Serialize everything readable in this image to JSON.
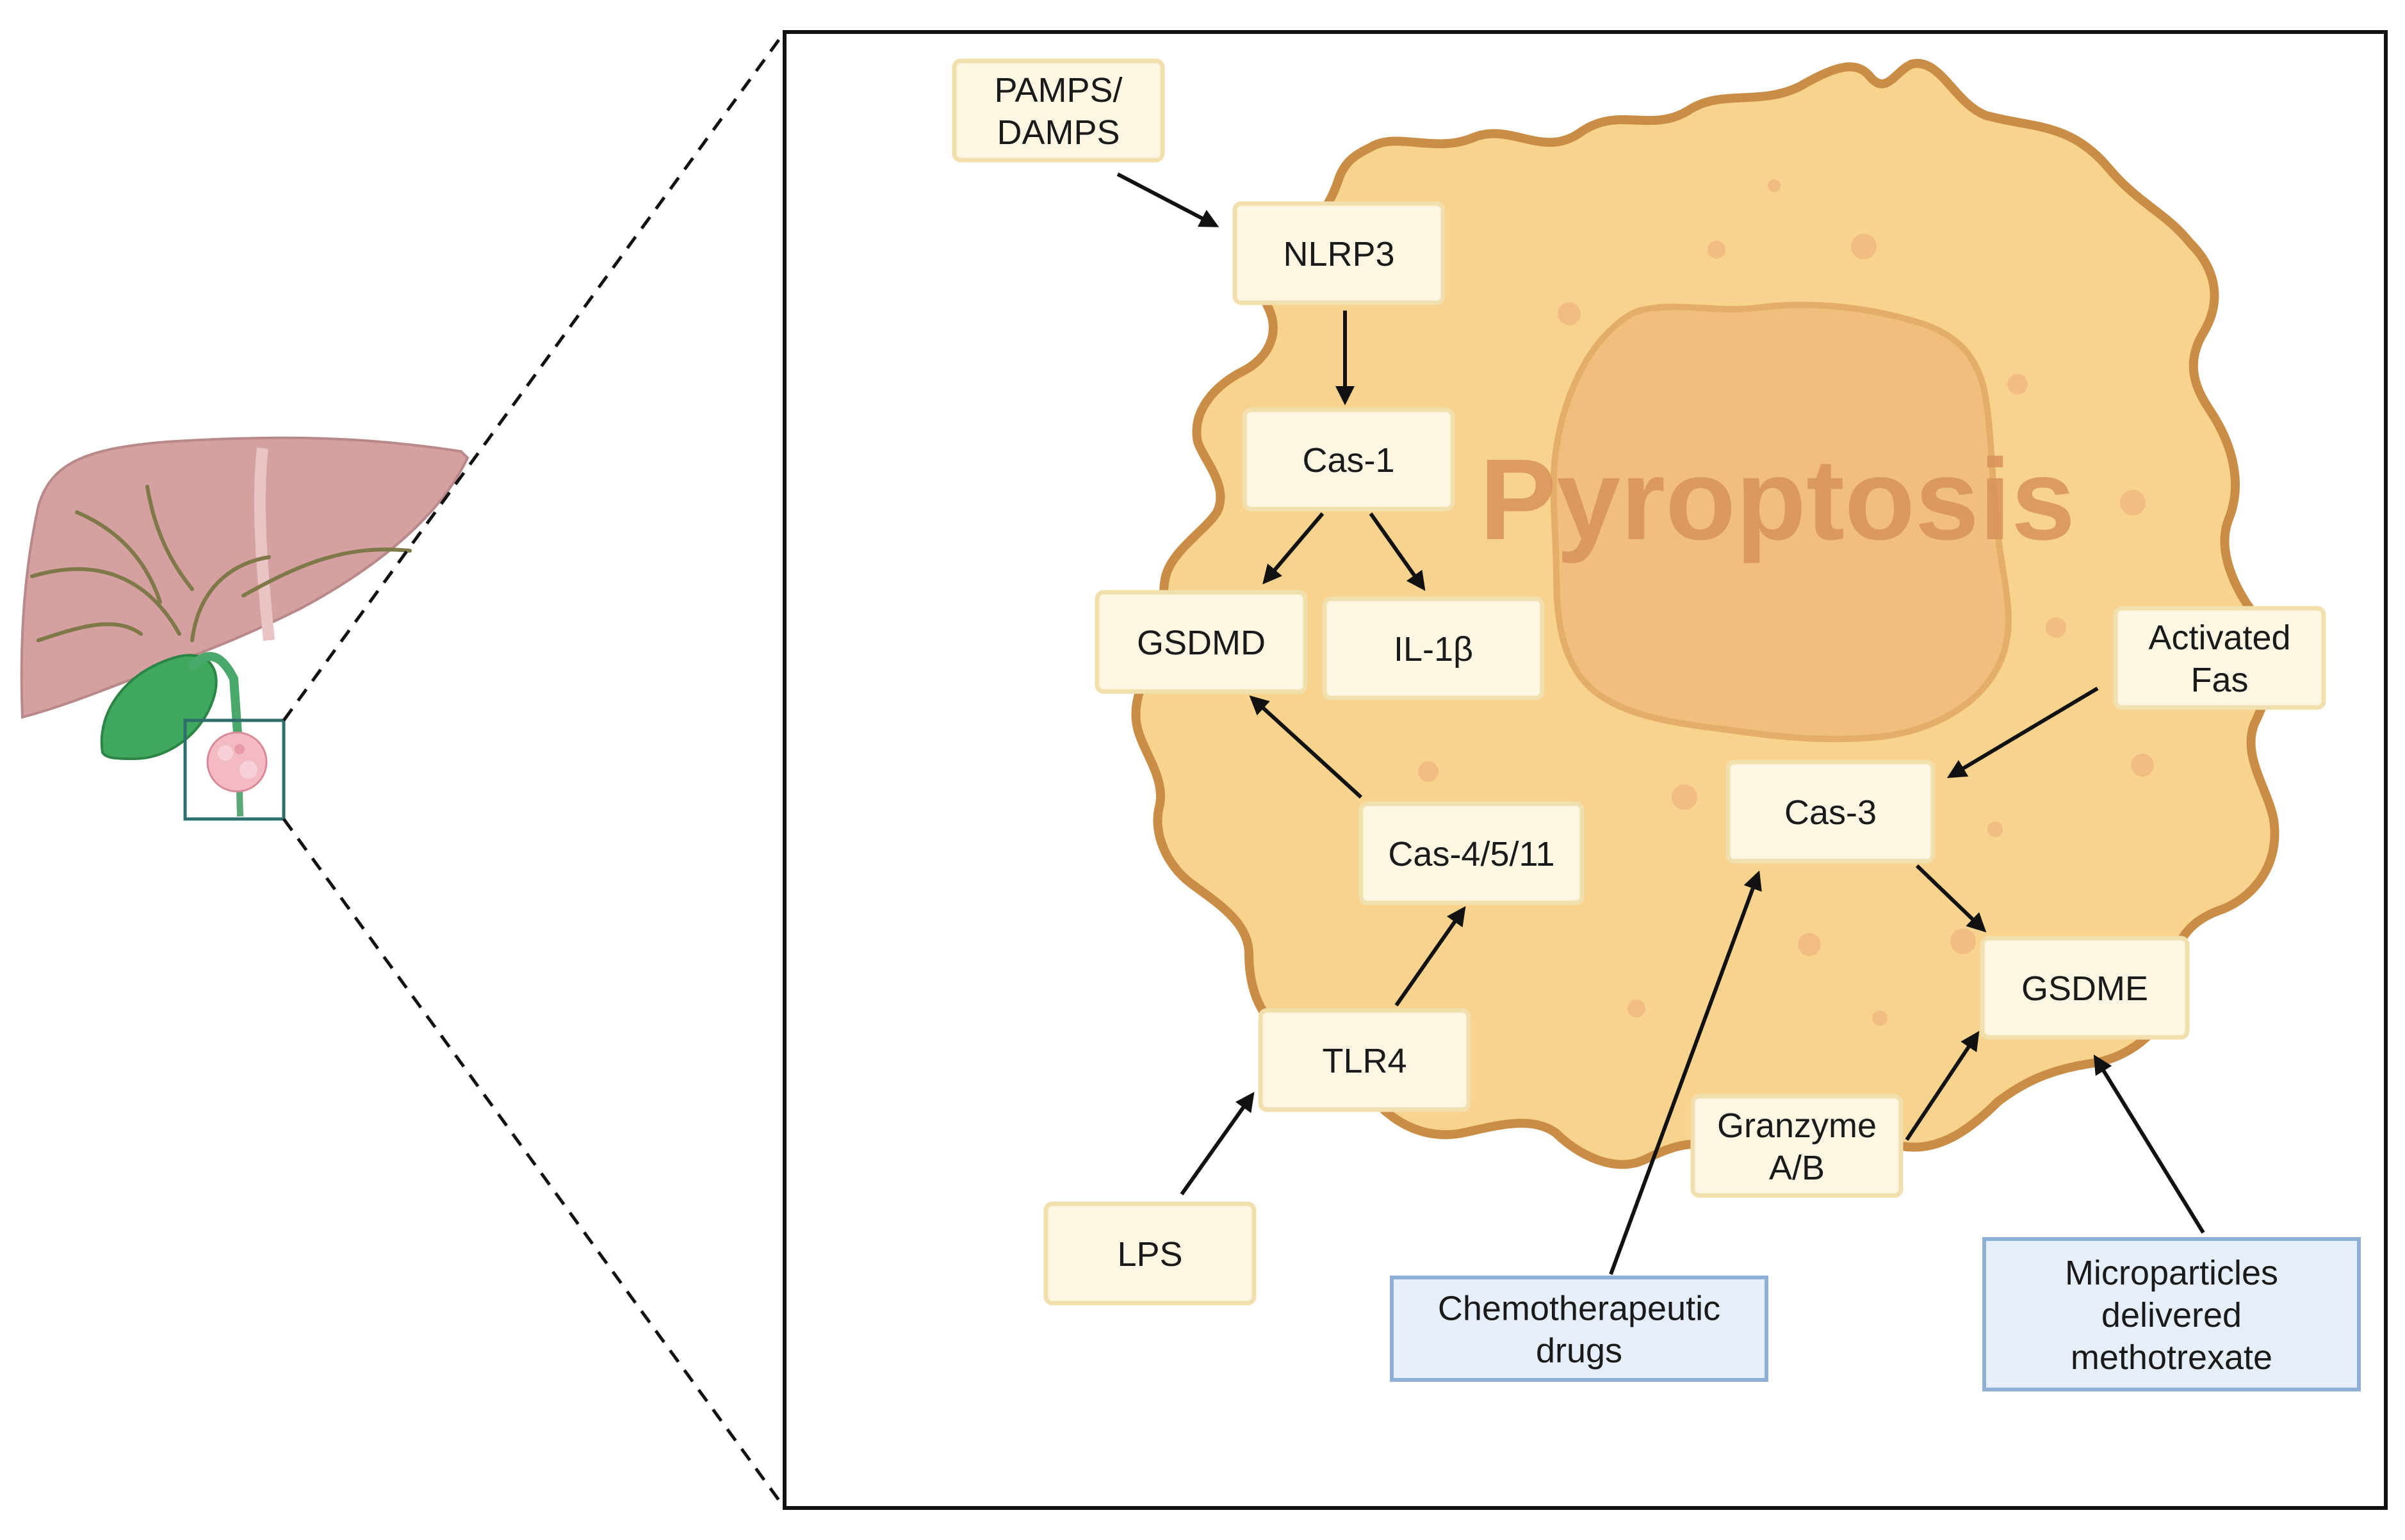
{
  "title_watermark": "Pyroptosis",
  "nodes": {
    "pamps": {
      "lines": [
        "PAMPS/",
        "DAMPS"
      ]
    },
    "nlrp3": {
      "lines": [
        "NLRP3"
      ]
    },
    "cas1": {
      "lines": [
        "Cas-1"
      ]
    },
    "gsdmd": {
      "lines": [
        "GSDMD"
      ]
    },
    "il1b": {
      "lines": [
        "IL-1β"
      ]
    },
    "cas4511": {
      "lines": [
        "Cas-4/5/11"
      ]
    },
    "tlr4": {
      "lines": [
        "TLR4"
      ]
    },
    "lps": {
      "lines": [
        "LPS"
      ]
    },
    "cas3": {
      "lines": [
        "Cas-3"
      ]
    },
    "fas": {
      "lines": [
        "Activated",
        "Fas"
      ]
    },
    "gsdme": {
      "lines": [
        "GSDME"
      ]
    },
    "granzyme": {
      "lines": [
        "Granzyme",
        "A/B"
      ]
    },
    "chemo": {
      "lines": [
        "Chemotherapeutic",
        "drugs"
      ]
    },
    "micro": {
      "lines": [
        "Microparticles",
        "delivered",
        "methotrexate"
      ]
    }
  },
  "colors": {
    "cell_fill": "#f8d38e",
    "cell_border": "#c98d45",
    "nucleus_fill": "#f0bf7d",
    "nucleus_border": "#e4ad6a",
    "watermark": "#d9955a",
    "node_fill": "#fdf6e3",
    "node_border": "#f1dfae",
    "drug_fill": "#e6eff9",
    "drug_border": "#8eb0d6",
    "liver": "#d4a0a0",
    "gallbladder": "#3ea85c",
    "frame": "#1a1a1a",
    "inset_box": "#2f6f6b"
  },
  "icons": [
    "liver-illustration",
    "gallbladder-illustration",
    "tumor-icon",
    "zoom-lines"
  ]
}
